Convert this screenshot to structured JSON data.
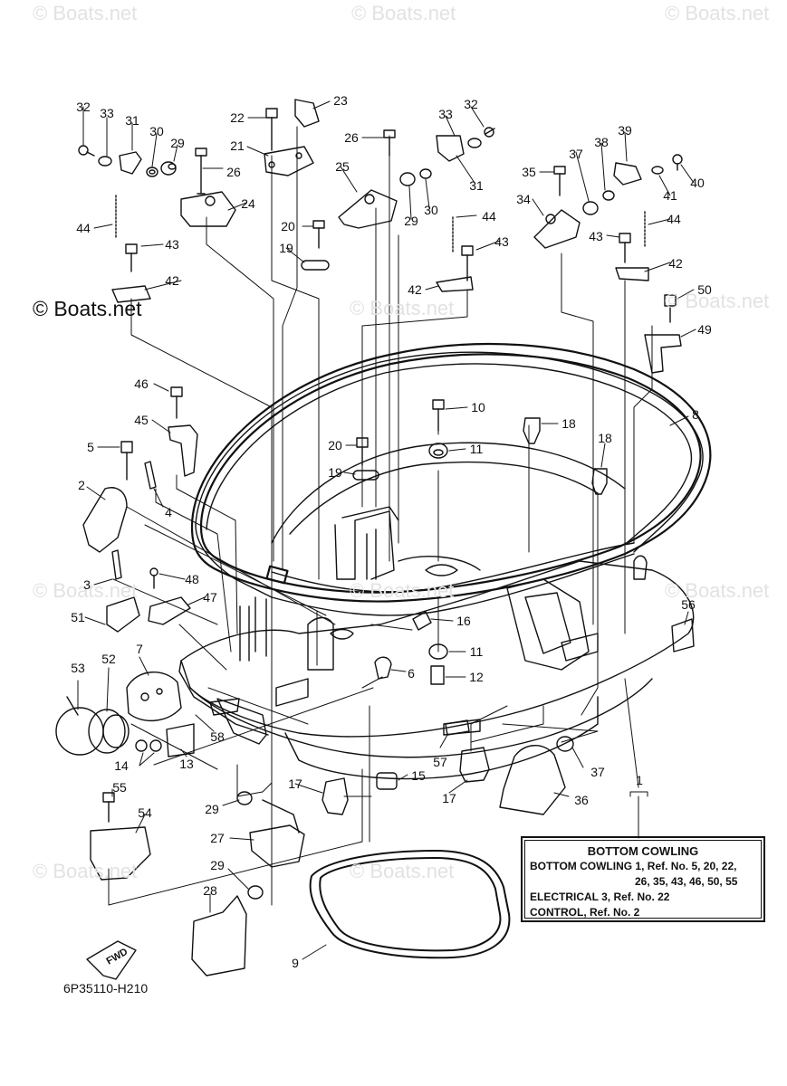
{
  "watermark": {
    "text": "© Boats.net",
    "prominent_text": "© Boats.net"
  },
  "diagram_code": "6P35110-H210",
  "fwd_label": "FWD",
  "legend": {
    "title": "BOTTOM COWLING",
    "lines": [
      "BOTTOM COWLING 1,  Ref. No. 5, 20, 22,",
      "26, 35, 43, 46, 50, 55",
      "ELECTRICAL 3,  Ref. No. 22",
      "CONTROL,  Ref. No. 2"
    ]
  },
  "callouts": [
    {
      "n": "32"
    },
    {
      "n": "33"
    },
    {
      "n": "31"
    },
    {
      "n": "30"
    },
    {
      "n": "29"
    },
    {
      "n": "26"
    },
    {
      "n": "22"
    },
    {
      "n": "23"
    },
    {
      "n": "21"
    },
    {
      "n": "24"
    },
    {
      "n": "26"
    },
    {
      "n": "25"
    },
    {
      "n": "20"
    },
    {
      "n": "19"
    },
    {
      "n": "33"
    },
    {
      "n": "32"
    },
    {
      "n": "31"
    },
    {
      "n": "29"
    },
    {
      "n": "30"
    },
    {
      "n": "44"
    },
    {
      "n": "43"
    },
    {
      "n": "42"
    },
    {
      "n": "39"
    },
    {
      "n": "38"
    },
    {
      "n": "37"
    },
    {
      "n": "35"
    },
    {
      "n": "34"
    },
    {
      "n": "41"
    },
    {
      "n": "40"
    },
    {
      "n": "44"
    },
    {
      "n": "43"
    },
    {
      "n": "42"
    },
    {
      "n": "44"
    },
    {
      "n": "43"
    },
    {
      "n": "42"
    },
    {
      "n": "50"
    },
    {
      "n": "49"
    },
    {
      "n": "46"
    },
    {
      "n": "45"
    },
    {
      "n": "5"
    },
    {
      "n": "4"
    },
    {
      "n": "2"
    },
    {
      "n": "3"
    },
    {
      "n": "48"
    },
    {
      "n": "47"
    },
    {
      "n": "51"
    },
    {
      "n": "10"
    },
    {
      "n": "11"
    },
    {
      "n": "20"
    },
    {
      "n": "19"
    },
    {
      "n": "18"
    },
    {
      "n": "18"
    },
    {
      "n": "8"
    },
    {
      "n": "16"
    },
    {
      "n": "11"
    },
    {
      "n": "12"
    },
    {
      "n": "6"
    },
    {
      "n": "56"
    },
    {
      "n": "53"
    },
    {
      "n": "52"
    },
    {
      "n": "7"
    },
    {
      "n": "58"
    },
    {
      "n": "14"
    },
    {
      "n": "13"
    },
    {
      "n": "57"
    },
    {
      "n": "15"
    },
    {
      "n": "17"
    },
    {
      "n": "17"
    },
    {
      "n": "37"
    },
    {
      "n": "36"
    },
    {
      "n": "1"
    },
    {
      "n": "55"
    },
    {
      "n": "54"
    },
    {
      "n": "29"
    },
    {
      "n": "27"
    },
    {
      "n": "29"
    },
    {
      "n": "28"
    },
    {
      "n": "9"
    }
  ]
}
